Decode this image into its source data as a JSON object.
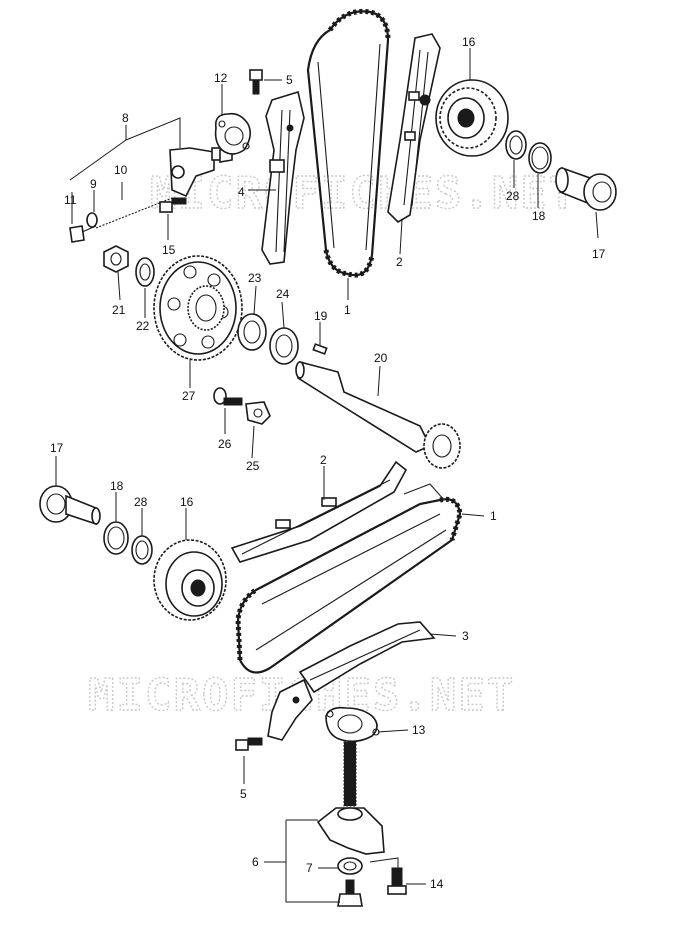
{
  "watermark": "MICROFICHES.NET",
  "colors": {
    "ink": "#1a1a1a",
    "watermark": "#c8c8c8",
    "background": "#ffffff"
  },
  "callouts": [
    "1",
    "1",
    "2",
    "2",
    "3",
    "4",
    "5",
    "5",
    "6",
    "7",
    "8",
    "9",
    "10",
    "11",
    "12",
    "13",
    "14",
    "15",
    "16",
    "16",
    "17",
    "17",
    "18",
    "18",
    "19",
    "20",
    "21",
    "22",
    "23",
    "24",
    "25",
    "26",
    "27",
    "28",
    "28"
  ]
}
